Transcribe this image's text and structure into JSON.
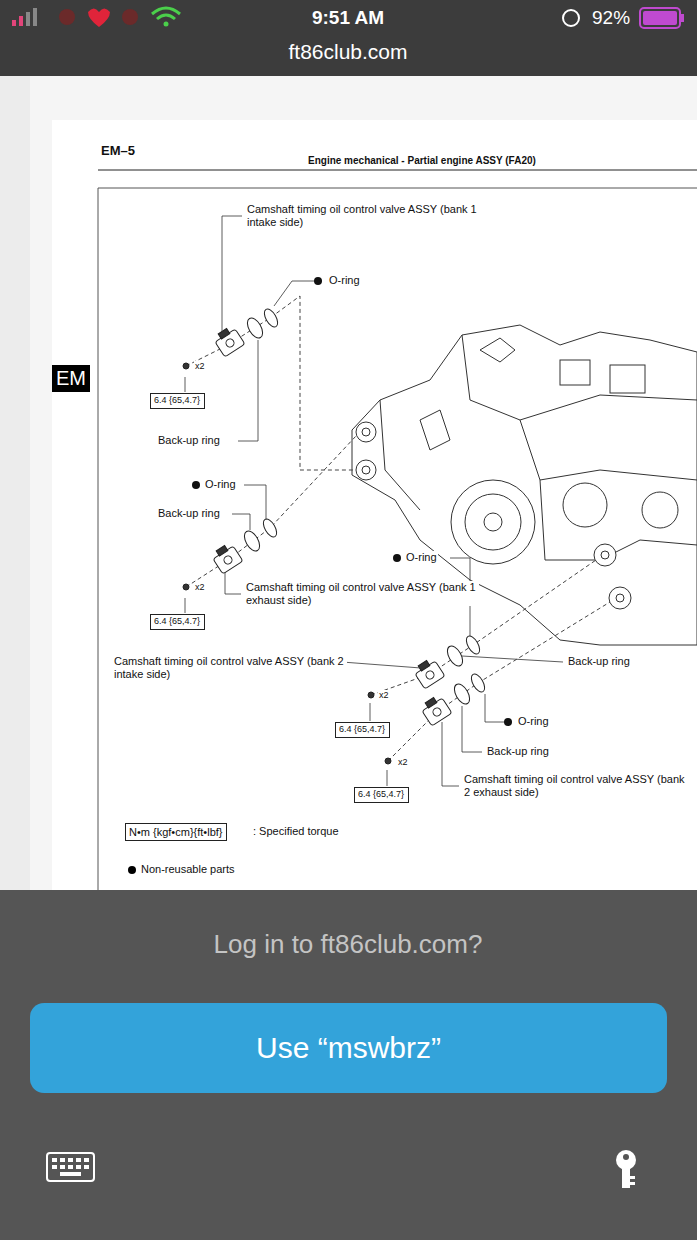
{
  "diagram": {
    "title": "Engine mechanical - Partial engine ASSY (FA20)",
    "nodes": [
      {
        "text": [
          "EM"
        ]
      },
      {
        "text": [
          "6.4 {65,4.7}"
        ]
      },
      {
        "text": [
          "6.4 {65,4.7}"
        ]
      },
      {
        "text": [
          "6.4 {65,4.7}"
        ]
      },
      {
        "text": [
          "6.4 {65,4.7}"
        ]
      },
      {
        "text": [
          "N•m {kgf•cm}{ft•lbf}"
        ]
      },
      {
        "text": [
          "Use “mswbrz”"
        ]
      }
    ],
    "labels": [
      "9:51 AM",
      "92%",
      "ft86club.com",
      "EM–5",
      "Camshaft timing oil control valve ASSY (bank 1 intake side)",
      "O-ring",
      "x2",
      "Back-up ring",
      "O-ring",
      "Back-up ring",
      "O-ring",
      "x2",
      "Camshaft timing oil control valve ASSY (bank 1 exhaust side)",
      "Camshaft timing oil control valve ASSY (bank 2 intake side)",
      "Back-up ring",
      "x2",
      "O-ring",
      "Back-up ring",
      "x2",
      "Camshaft timing oil control valve ASSY (bank 2 exhaust side)",
      ": Specified torque",
      "Log in to ft86club.com?"
    ],
    "legend": [
      {
        "text": "Non-reusable parts",
        "color": "#000000"
      }
    ]
  }
}
